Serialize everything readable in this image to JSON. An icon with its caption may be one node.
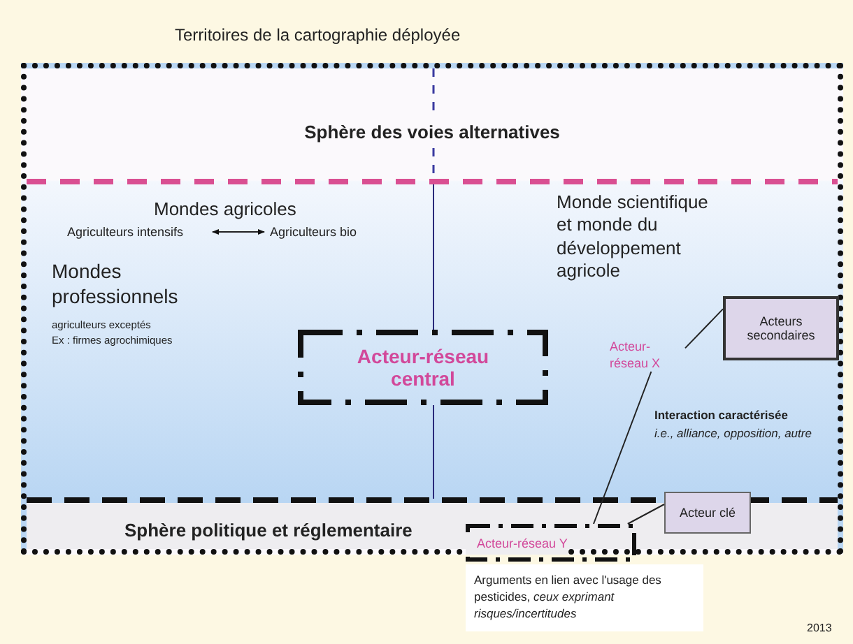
{
  "diagram": {
    "nodes": [
      {
        "text": [
          "Territoires de la cartographie déployée"
        ]
      },
      {
        "text": [
          "Sphère des voies alternatives"
        ],
        "in": 0
      },
      {
        "text": [
          "Agriculteurs intensifs"
        ],
        "in": 0
      },
      {
        "text": [
          "Agriculteurs bio"
        ],
        "in": 0
      },
      {
        "text": [
          "Acteur-réseau central"
        ],
        "in": 0
      },
      {
        "text": [
          "Acteur-réseau X"
        ],
        "in": 0
      },
      {
        "text": [
          "Acteurs secondaires"
        ],
        "in": 0
      },
      {
        "text": [
          "Sphère politique et réglementaire"
        ],
        "in": 0
      },
      {
        "text": [
          "Acteur-réseau Y"
        ],
        "in": 7
      },
      {
        "text": [
          "Acteur clé"
        ],
        "in": 0
      },
      {
        "text": [
          "Arguments en lien avec l'usage des pesticides, *ceux exprimant risques/incertitudes*"
        ]
      }
    ],
    "edges": [
      {
        "from": 2,
        "to": 3,
        "arrow": "both"
      },
      {
        "from": 6,
        "to": 5,
        "arrow": "none"
      },
      {
        "from": 5,
        "to": 8,
        "arrow": "none"
      },
      {
        "from": 9,
        "to": 8,
        "arrow": "none"
      }
    ],
    "labels": [
      "Mondes agricoles",
      "Mondes professionnels",
      "agriculteurs exceptés",
      "Ex : firmes agrochimiques",
      "Monde scientifique et monde du développement agricole",
      "Interaction caractérisée",
      "i.e., alliance, opposition, autre",
      "2013"
    ]
  }
}
